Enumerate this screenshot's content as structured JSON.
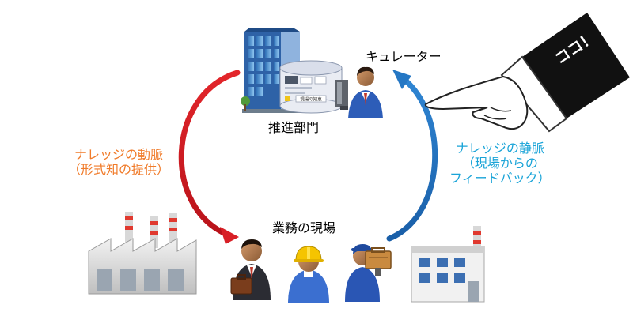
{
  "labels": {
    "curator": "キュレーター",
    "hq": "推進部門",
    "artery_line1": "ナレッジの動脈",
    "artery_line2": "（形式知の提供）",
    "vein_line1": "ナレッジの静脈",
    "vein_line2": "（現場からの",
    "vein_line3": "フィードバック）",
    "site": "業務の現場",
    "pointer_text": "ココ！",
    "monitor_text": "現場の知恵"
  },
  "colors": {
    "artery": "#e3262b",
    "vein": "#1a5fa8",
    "artery_text": "#f07b2a",
    "vein_text": "#1aa4d8"
  },
  "icons": [
    "office-building-icon",
    "knowledge-database-icon",
    "curator-person-icon",
    "pointing-hand-icon",
    "factory-icon",
    "businessman-icon",
    "helmet-worker-icon",
    "toolbox-worker-icon",
    "workshop-building-icon"
  ]
}
